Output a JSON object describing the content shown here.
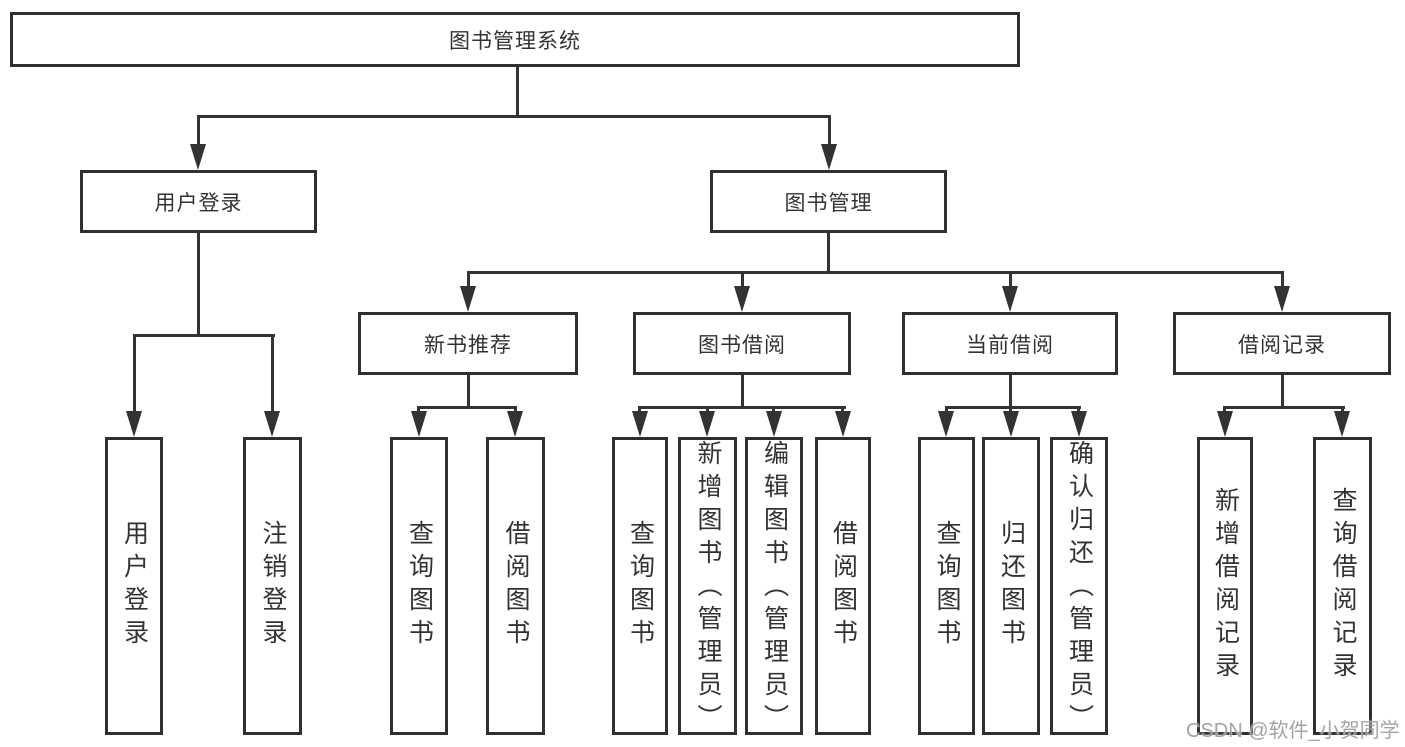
{
  "diagram": {
    "title": "图书管理系统",
    "nodes": {
      "root": {
        "label": "图书管理系统"
      },
      "user_login": {
        "label": "用户登录"
      },
      "book_mgmt": {
        "label": "图书管理"
      },
      "new_book_rec": {
        "label": "新书推荐"
      },
      "book_borrow": {
        "label": "图书借阅"
      },
      "current_borrow": {
        "label": "当前借阅"
      },
      "borrow_records": {
        "label": "借阅记录"
      },
      "leaf_user_login": {
        "label": "用户登录"
      },
      "leaf_logout": {
        "label": "注销登录"
      },
      "leaf_nbr_query": {
        "label": "查询图书"
      },
      "leaf_nbr_borrow": {
        "label": "借阅图书"
      },
      "leaf_bb_query": {
        "label": "查询图书"
      },
      "leaf_bb_add": {
        "label": "新增图书（管理员）"
      },
      "leaf_bb_edit": {
        "label": "编辑图书（管理员）"
      },
      "leaf_bb_borrow": {
        "label": "借阅图书"
      },
      "leaf_cb_query": {
        "label": "查询图书"
      },
      "leaf_cb_return": {
        "label": "归还图书"
      },
      "leaf_cb_confirm": {
        "label": "确认归还（管理员）"
      },
      "leaf_br_add": {
        "label": "新增借阅记录"
      },
      "leaf_br_query": {
        "label": "查询借阅记录"
      }
    },
    "edges": [
      [
        "root",
        "user_login"
      ],
      [
        "root",
        "book_mgmt"
      ],
      [
        "user_login",
        "leaf_user_login"
      ],
      [
        "user_login",
        "leaf_logout"
      ],
      [
        "book_mgmt",
        "new_book_rec"
      ],
      [
        "book_mgmt",
        "book_borrow"
      ],
      [
        "book_mgmt",
        "current_borrow"
      ],
      [
        "book_mgmt",
        "borrow_records"
      ],
      [
        "new_book_rec",
        "leaf_nbr_query"
      ],
      [
        "new_book_rec",
        "leaf_nbr_borrow"
      ],
      [
        "book_borrow",
        "leaf_bb_query"
      ],
      [
        "book_borrow",
        "leaf_bb_add"
      ],
      [
        "book_borrow",
        "leaf_bb_edit"
      ],
      [
        "book_borrow",
        "leaf_bb_borrow"
      ],
      [
        "current_borrow",
        "leaf_cb_query"
      ],
      [
        "current_borrow",
        "leaf_cb_return"
      ],
      [
        "current_borrow",
        "leaf_cb_confirm"
      ],
      [
        "borrow_records",
        "leaf_br_add"
      ],
      [
        "borrow_records",
        "leaf_br_query"
      ]
    ]
  },
  "watermark": {
    "text": "CSDN @软件_小贺同学"
  },
  "colors": {
    "line": "#333333",
    "box_border": "#2f2f2f",
    "text": "#333333",
    "background": "#ffffff",
    "watermark": "#9e9e9e"
  }
}
